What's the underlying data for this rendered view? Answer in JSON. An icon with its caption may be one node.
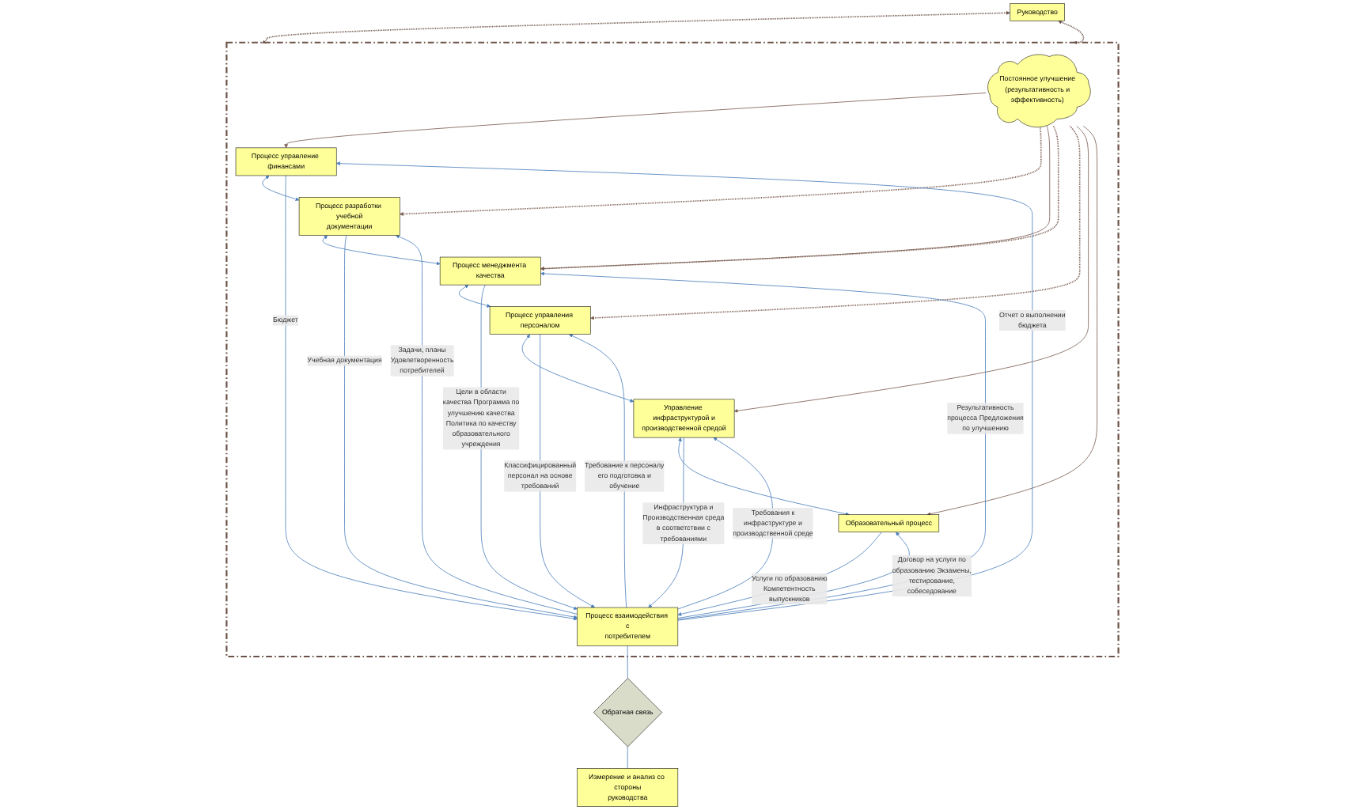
{
  "diagram": {
    "nodes": [
      {
        "text": [
          "Руководство"
        ]
      },
      {
        "text": [],
        "shape": "box"
      },
      {
        "text": [
          "Постоянное улучшение (результативность и эффективность)"
        ],
        "in": 1
      },
      {
        "text": [
          "Процесс управление финансами"
        ],
        "in": 1
      },
      {
        "text": [
          "Процесс разработки учебной документации"
        ],
        "in": 1
      },
      {
        "text": [
          "Процесс менеджмента качества"
        ],
        "in": 1
      },
      {
        "text": [
          "Процесс управления персоналом"
        ],
        "in": 1
      },
      {
        "text": [
          "Управление инфраструктурой и производственной средой"
        ],
        "in": 1
      },
      {
        "text": [
          "Образовательный процесс"
        ],
        "in": 1
      },
      {
        "text": [
          "Процесс взаимодействия с потребителем"
        ],
        "in": 1
      },
      {
        "text": [
          "Обратная связь"
        ]
      },
      {
        "text": [
          "Измерение и анализ со стороны руководства"
        ]
      }
    ],
    "edges": [
      {
        "from": 0,
        "to": 1,
        "arrow": "both",
        "style": "dashed",
        "color": "#6b5248"
      },
      {
        "from": 1,
        "to": 0,
        "arrow": "both",
        "style": "dashed",
        "color": "#6b5248"
      },
      {
        "from": 2,
        "to": 3,
        "arrow": "to",
        "color": "#7a5c50"
      },
      {
        "from": 2,
        "to": 4,
        "arrow": "to",
        "style": "dashed",
        "color": "#7a5c50"
      },
      {
        "from": 2,
        "to": 5,
        "arrow": "to",
        "color": "#7a5c50"
      },
      {
        "from": 2,
        "to": 5,
        "arrow": "to",
        "style": "dashed",
        "color": "#7a5c50"
      },
      {
        "from": 2,
        "to": 6,
        "arrow": "to",
        "style": "dashed",
        "color": "#7a5c50"
      },
      {
        "from": 2,
        "to": 7,
        "arrow": "to",
        "color": "#7a5c50"
      },
      {
        "from": 2,
        "to": 8,
        "arrow": "to",
        "color": "#7a5c50"
      },
      {
        "from": 3,
        "to": 4,
        "arrow": "both"
      },
      {
        "from": 4,
        "to": 5,
        "arrow": "both"
      },
      {
        "from": 5,
        "to": 6,
        "arrow": "both"
      },
      {
        "from": 6,
        "to": 7,
        "arrow": "both"
      },
      {
        "from": 7,
        "to": 8,
        "arrow": "both"
      },
      {
        "from": 3,
        "to": 9,
        "arrow": "to",
        "label": "Бюджет"
      },
      {
        "from": 9,
        "to": 3,
        "arrow": "to",
        "label": "Отчет о выполнении бюджета"
      },
      {
        "from": 4,
        "to": 9,
        "arrow": "to",
        "label": "Учебная документация"
      },
      {
        "from": 9,
        "to": 4,
        "arrow": "to",
        "label": "Задачи, планы Удовлетворенность потребителей"
      },
      {
        "from": 5,
        "to": 9,
        "arrow": "to",
        "label": "Цели в области качества Программа по улучшению качества Политика по качеству образовательного учреждения"
      },
      {
        "from": 9,
        "to": 5,
        "arrow": "to",
        "label": "Результативность процесса Предложения по улучшению"
      },
      {
        "from": 6,
        "to": 9,
        "arrow": "to",
        "label": "Классифицированный персонал на основе требований"
      },
      {
        "from": 9,
        "to": 6,
        "arrow": "to",
        "label": "Требование к персоналу его подготовка и обучение"
      },
      {
        "from": 7,
        "to": 9,
        "arrow": "to",
        "label": "Инфраструктура и Производственная среда в соответствии с требованиями"
      },
      {
        "from": 9,
        "to": 7,
        "arrow": "to",
        "label": "Требования к инфраструктуре и производственной среде"
      },
      {
        "from": 8,
        "to": 9,
        "arrow": "to",
        "label": "Услуги по образованию Компетентность выпускников"
      },
      {
        "from": 9,
        "to": 8,
        "arrow": "to",
        "label": "Договор на услуги по образованию Экзамены, тестирование, собеседование"
      },
      {
        "from": 9,
        "to": 10,
        "arrow": "none"
      },
      {
        "from": 10,
        "to": 11,
        "arrow": "none"
      }
    ]
  }
}
